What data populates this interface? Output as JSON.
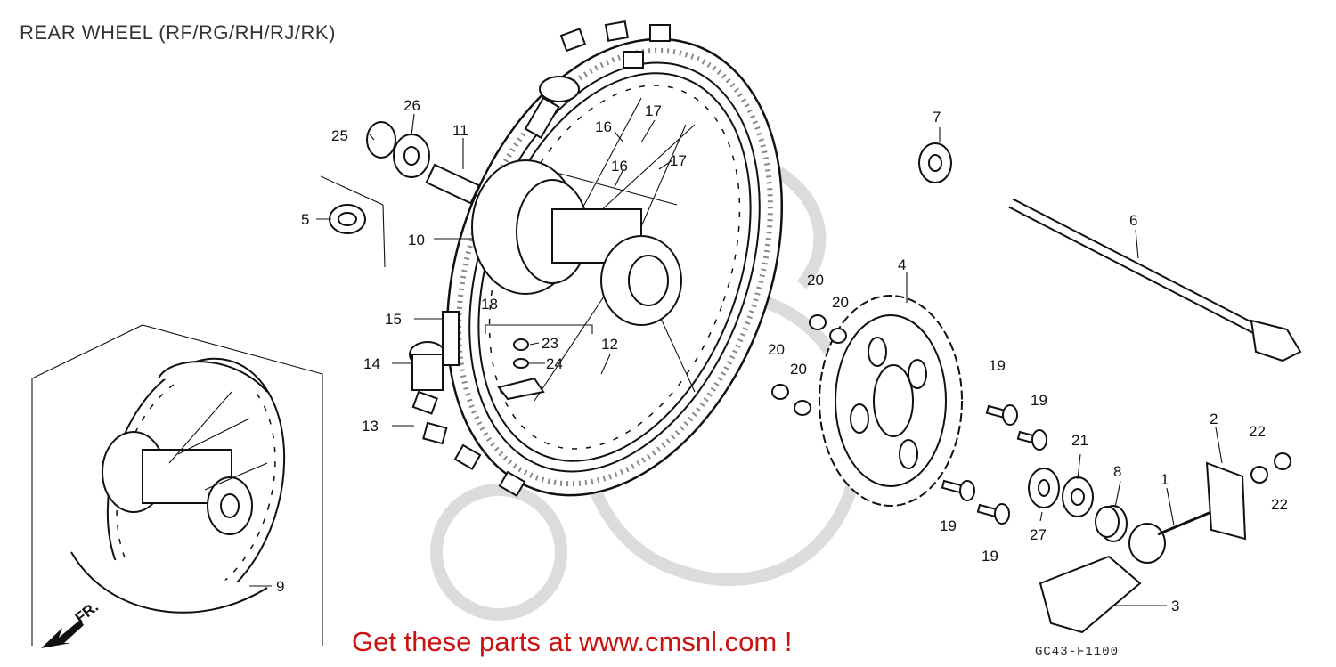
{
  "title": "REAR WHEEL (RF/RG/RH/RJ/RK)",
  "promo_text": "Get these parts at www.cmsnl.com !",
  "diagram_code": "GC43-F1100",
  "direction_label": "FR.",
  "callouts": [
    {
      "id": "c1",
      "text": "1"
    },
    {
      "id": "c2",
      "text": "2"
    },
    {
      "id": "c3",
      "text": "3"
    },
    {
      "id": "c4",
      "text": "4"
    },
    {
      "id": "c5",
      "text": "5"
    },
    {
      "id": "c6",
      "text": "6"
    },
    {
      "id": "c7",
      "text": "7"
    },
    {
      "id": "c8",
      "text": "8"
    },
    {
      "id": "c9",
      "text": "9"
    },
    {
      "id": "c10",
      "text": "10"
    },
    {
      "id": "c11",
      "text": "11"
    },
    {
      "id": "c12",
      "text": "12"
    },
    {
      "id": "c13",
      "text": "13"
    },
    {
      "id": "c14",
      "text": "14"
    },
    {
      "id": "c15",
      "text": "15"
    },
    {
      "id": "c16a",
      "text": "16"
    },
    {
      "id": "c16b",
      "text": "16"
    },
    {
      "id": "c17a",
      "text": "17"
    },
    {
      "id": "c17b",
      "text": "17"
    },
    {
      "id": "c18",
      "text": "18"
    },
    {
      "id": "c19a",
      "text": "19"
    },
    {
      "id": "c19b",
      "text": "19"
    },
    {
      "id": "c19c",
      "text": "19"
    },
    {
      "id": "c19d",
      "text": "19"
    },
    {
      "id": "c20a",
      "text": "20"
    },
    {
      "id": "c20b",
      "text": "20"
    },
    {
      "id": "c20c",
      "text": "20"
    },
    {
      "id": "c20d",
      "text": "20"
    },
    {
      "id": "c21",
      "text": "21"
    },
    {
      "id": "c22a",
      "text": "22"
    },
    {
      "id": "c22b",
      "text": "22"
    },
    {
      "id": "c23",
      "text": "23"
    },
    {
      "id": "c24",
      "text": "24"
    },
    {
      "id": "c25",
      "text": "25"
    },
    {
      "id": "c26",
      "text": "26"
    },
    {
      "id": "c27",
      "text": "27"
    }
  ],
  "colors": {
    "promo": "#cc1111",
    "title": "#333333",
    "line": "#111111",
    "watermark": "#dcdcdc"
  }
}
